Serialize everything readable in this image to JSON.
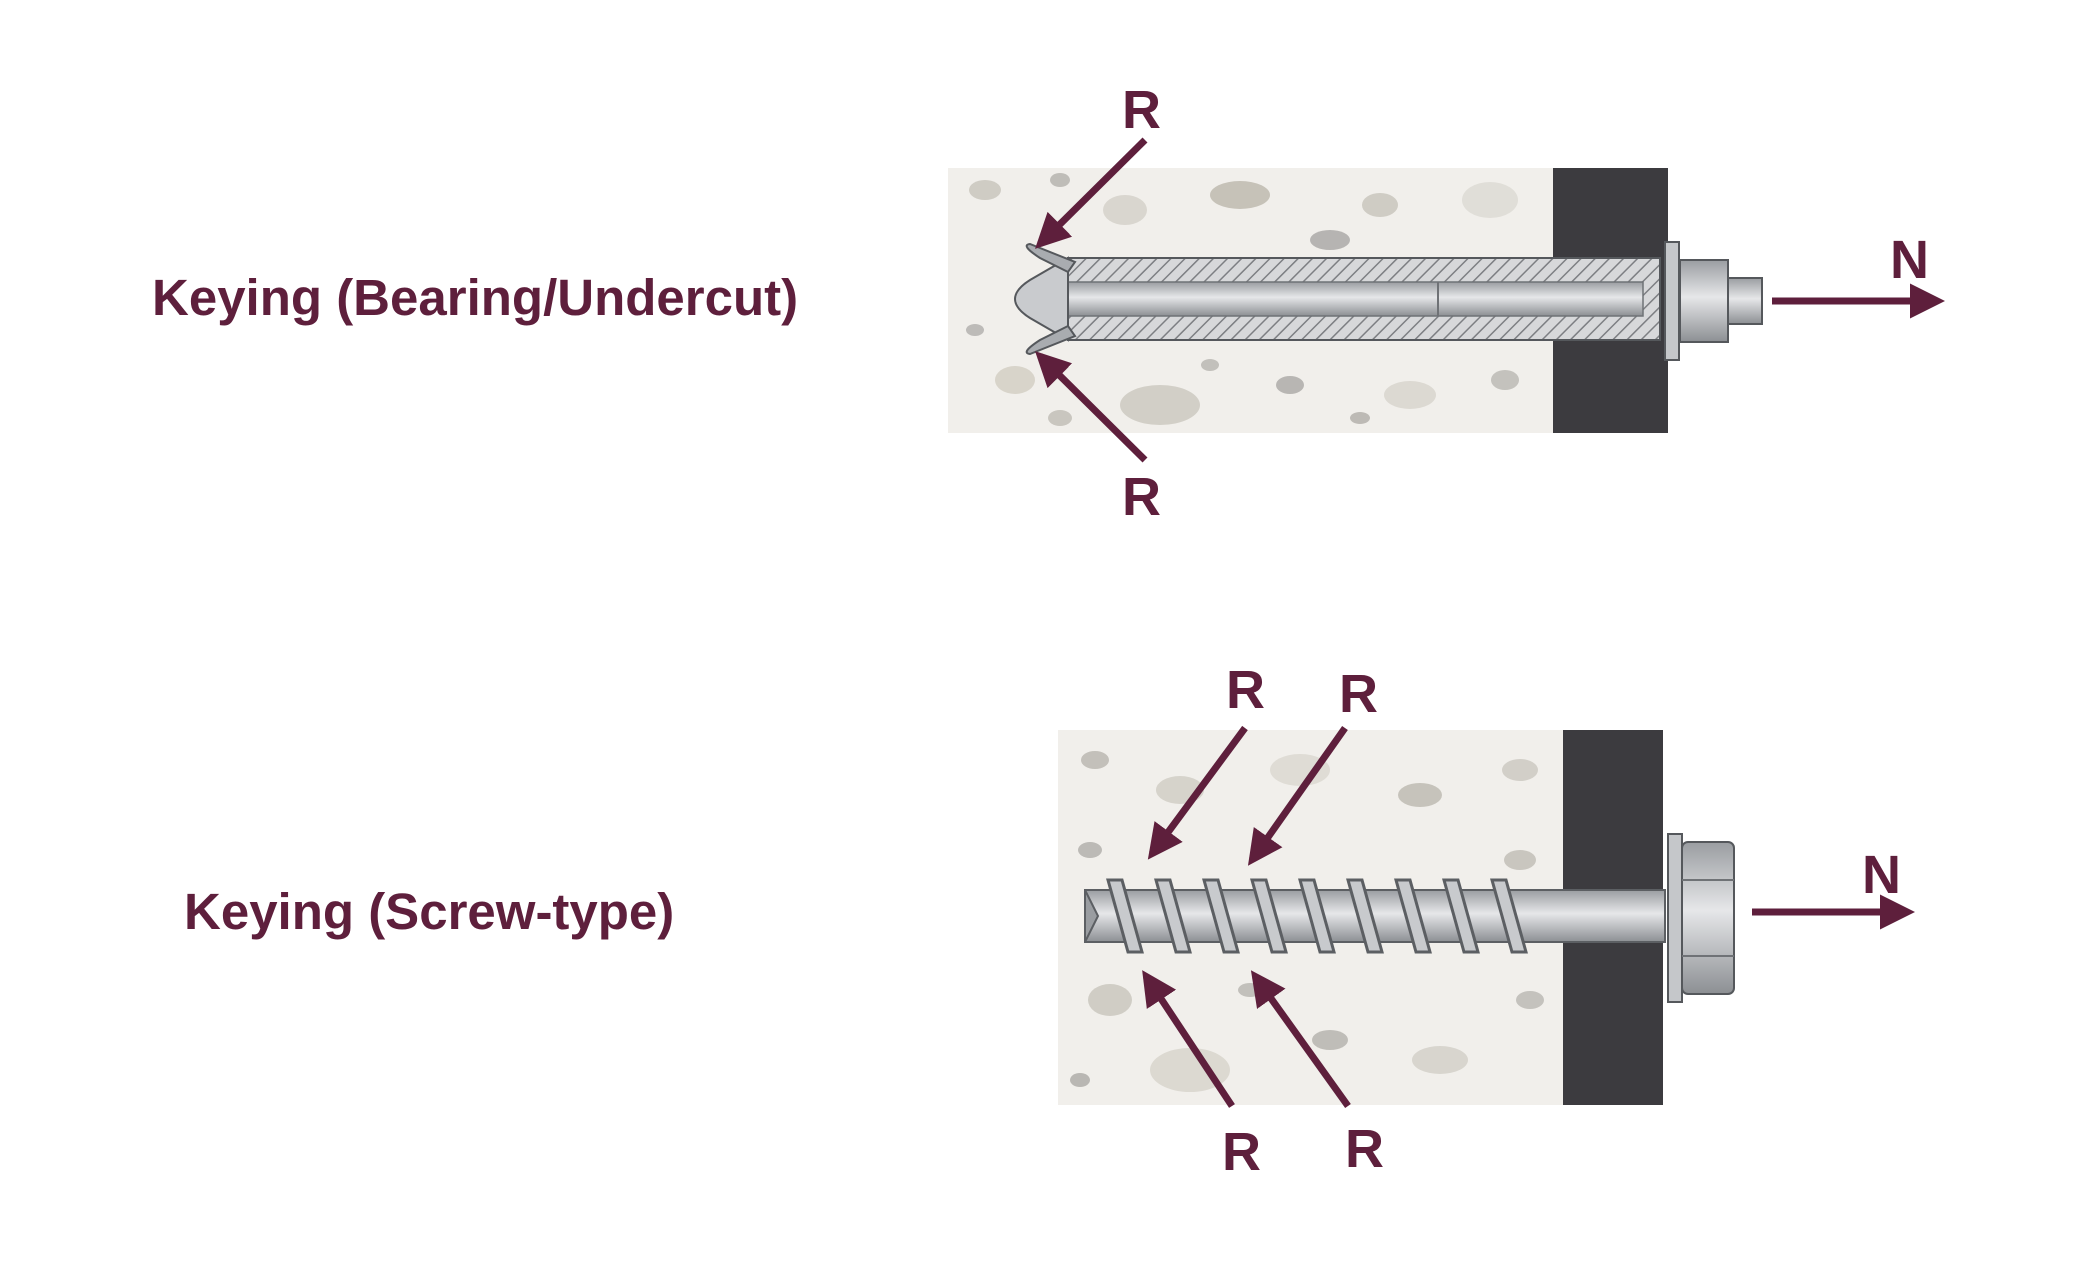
{
  "diagrams": [
    {
      "caption": "Keying (Bearing/Undercut)",
      "reaction_label": "R",
      "load_label": "N",
      "reaction_count": 2
    },
    {
      "caption": "Keying (Screw-type)",
      "reaction_label": "R",
      "load_label": "N",
      "reaction_count": 4
    }
  ],
  "colors": {
    "accent": "#5e1f3c",
    "concrete": "#f1efeb",
    "fixture_plate": "#3c3b3f",
    "steel": "#b9bcc0"
  }
}
